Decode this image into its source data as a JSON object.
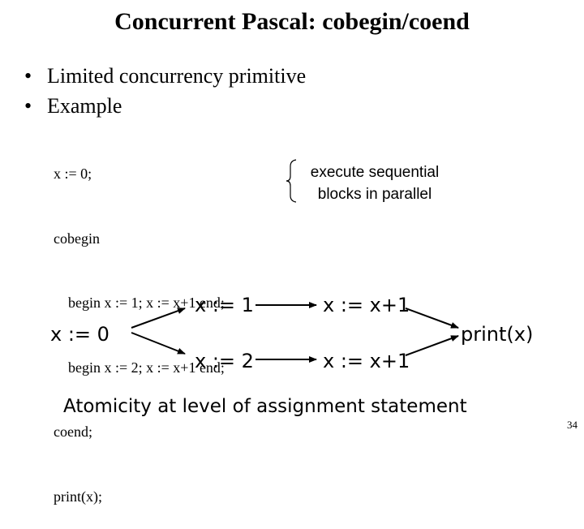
{
  "title": "Concurrent Pascal: cobegin/coend",
  "bullets": [
    "Limited concurrency primitive",
    "Example"
  ],
  "code": [
    "x := 0;",
    "cobegin",
    "    begin x := 1; x := x+1 end;",
    "    begin x := 2; x := x+1 end;",
    "coend;",
    "print(x);"
  ],
  "note": [
    "execute sequential",
    "blocks in parallel"
  ],
  "graph": {
    "start": "x := 0",
    "top": [
      "x := 1",
      "x := x+1"
    ],
    "bottom": [
      "x := 2",
      "x := x+1"
    ],
    "end": "print(x)"
  },
  "footer": "Atomicity at level of assignment statement",
  "page_number": "34"
}
